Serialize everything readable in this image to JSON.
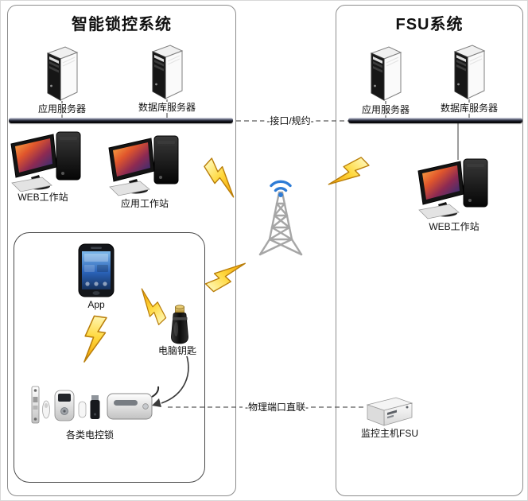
{
  "diagram": {
    "left_panel": {
      "title": "智能锁控系统",
      "app_server_label": "应用服务器",
      "db_server_label": "数据库服务器",
      "web_ws_label": "WEB工作站",
      "app_ws_label": "应用工作站",
      "app_label": "App",
      "key_label": "电脑钥匙",
      "locks_label": "各类电控锁"
    },
    "right_panel": {
      "title": "FSU系统",
      "app_server_label": "应用服务器",
      "db_server_label": "数据库服务器",
      "web_ws_label": "WEB工作站",
      "fsu_host_label": "监控主机FSU"
    },
    "connections": {
      "interface_label": "-接口/规约-",
      "physical_label": "-物理端口直联-"
    },
    "icons": {
      "server": "tower-server",
      "workstation": "desktop-workstation",
      "phone": "smartphone",
      "key": "computer-key",
      "locks": "electric-locks-row",
      "fsu": "fsu-host-box",
      "tower": "radio-tower",
      "wifi": "wifi-signal",
      "bolt": "lightning-bolt"
    },
    "colors": {
      "bolt_yellow": "#ffd83d",
      "wifi_blue": "#2e7cd6",
      "bus_dark": "#14161f",
      "tower_grey": "#a6a6a6",
      "panel_border": "#8d8d8d"
    }
  }
}
